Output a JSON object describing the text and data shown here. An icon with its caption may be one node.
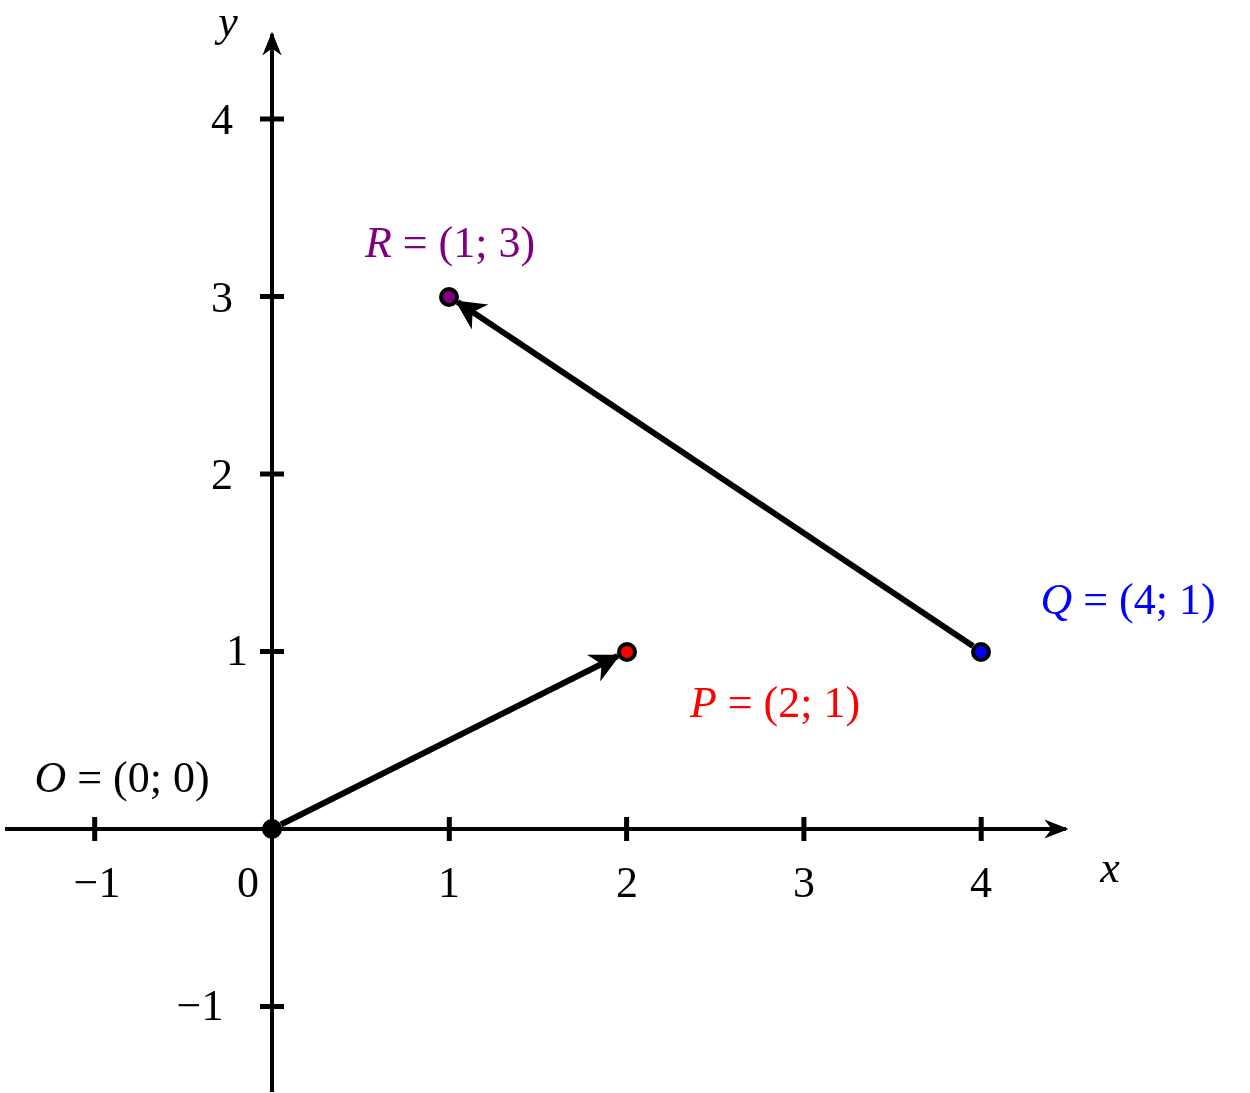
{
  "diagram": {
    "nodes": [
      {
        "text": [],
        "shape": "circle",
        "beside": [
          "*O* = (0; 0)"
        ]
      },
      {
        "text": [],
        "shape": "circle",
        "beside": [
          "*P* = (2; 1)"
        ]
      },
      {
        "text": [],
        "shape": "circle",
        "beside": [
          "*Q* = (4; 1)"
        ]
      },
      {
        "text": [],
        "shape": "circle",
        "beside": [
          "*R* = (1; 3)"
        ]
      }
    ],
    "edges": [
      {
        "from": 0,
        "to": 1,
        "arrow": "to"
      },
      {
        "from": 2,
        "to": 3,
        "arrow": "to"
      }
    ],
    "labels": [
      "y",
      "4",
      "3",
      "2",
      "1",
      "−1",
      "0",
      "1",
      "2",
      "3",
      "4",
      "x",
      "−1"
    ]
  }
}
